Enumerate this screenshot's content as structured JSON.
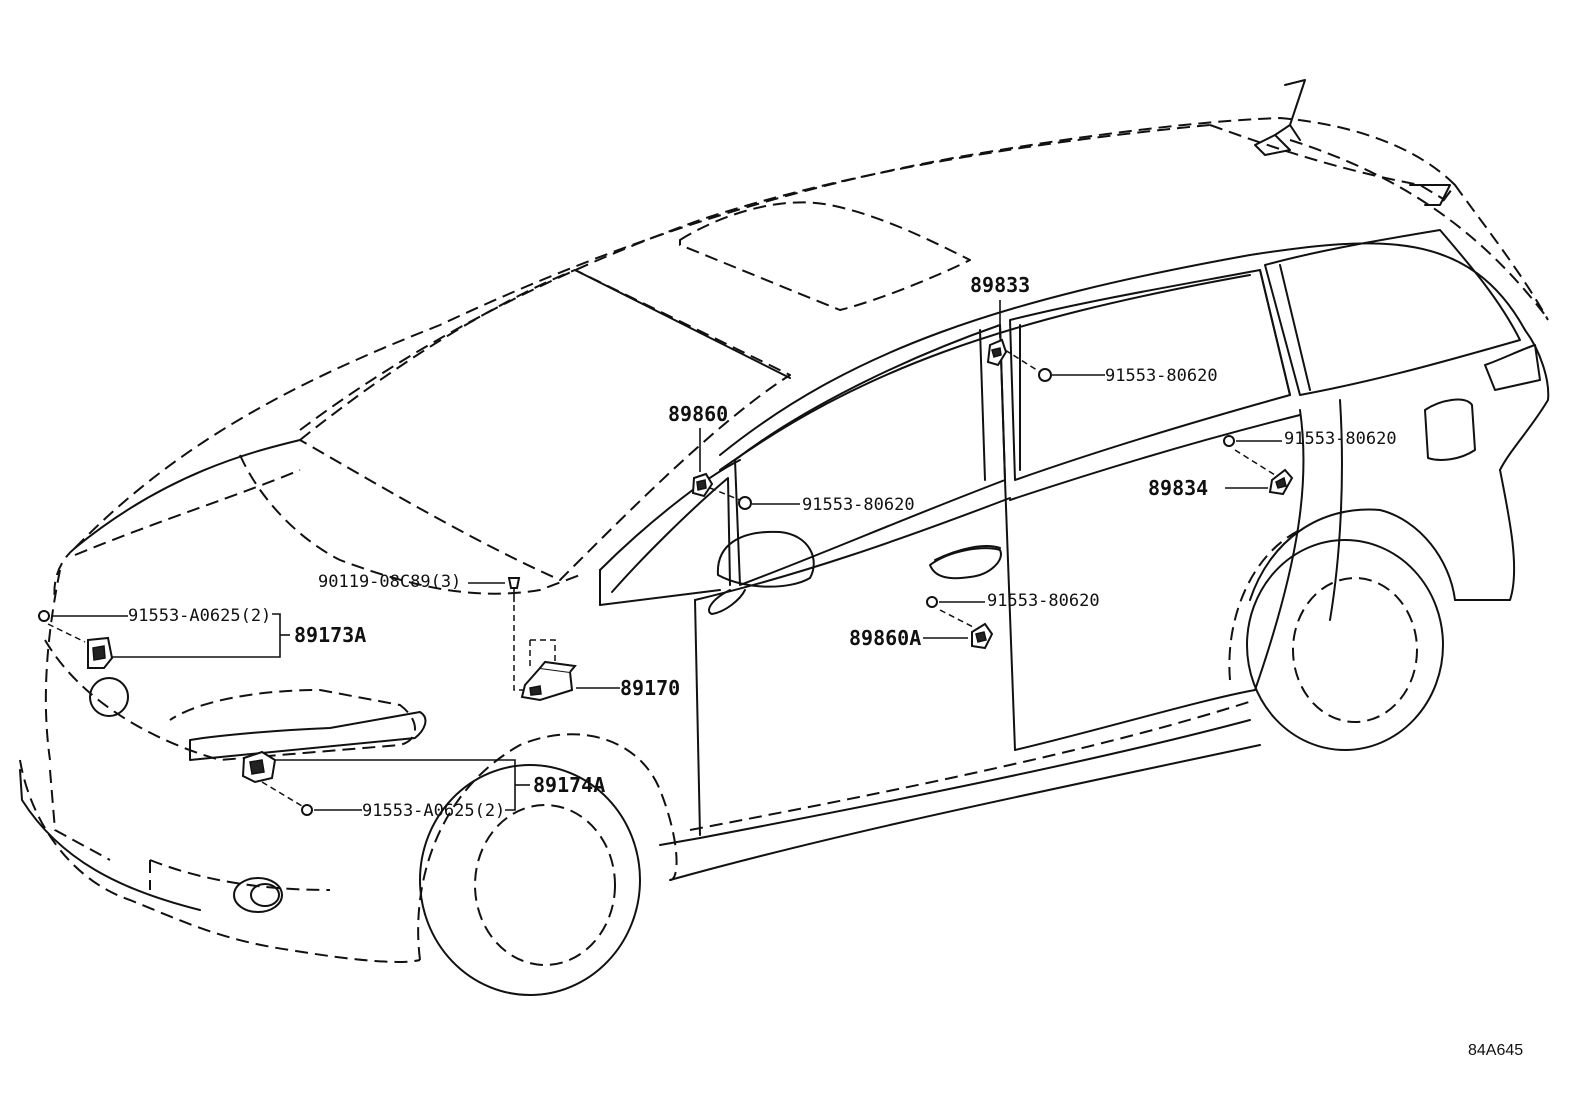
{
  "diagram": {
    "reference_code": "84A645",
    "labels": {
      "p89833": "89833",
      "b89833": "91553-80620",
      "p89834": "89834",
      "b89834": "91553-80620",
      "p89860": "89860",
      "b89860": "91553-80620",
      "p89860a": "89860A",
      "b89860a": "91553-80620",
      "b89170": "90119-08C89(3)",
      "p89170": "89170",
      "b89173a": "91553-A0625(2)",
      "p89173a": "89173A",
      "p89174a": "89174A",
      "b89174a": "91553-A0625(2)"
    }
  }
}
